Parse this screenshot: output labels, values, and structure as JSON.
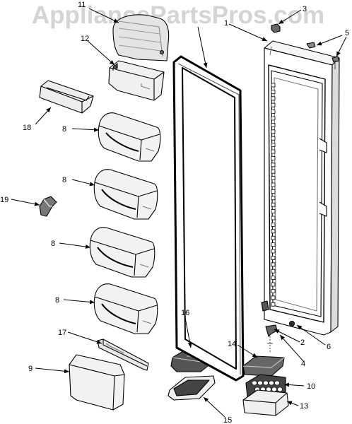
{
  "watermark": "AppliancePartsPros.com",
  "callouts": {
    "c1": "1",
    "c2": "2",
    "c3": "3",
    "c4": "4",
    "c5": "5",
    "c6": "6",
    "c8a": "8",
    "c8b": "8",
    "c8c": "8",
    "c8d": "8",
    "c9": "9",
    "c10": "10",
    "c11": "11",
    "c12": "12",
    "c13": "13",
    "c14": "14",
    "c15": "15",
    "c16": "16",
    "c17": "17",
    "c18": "18",
    "c19": "19"
  }
}
